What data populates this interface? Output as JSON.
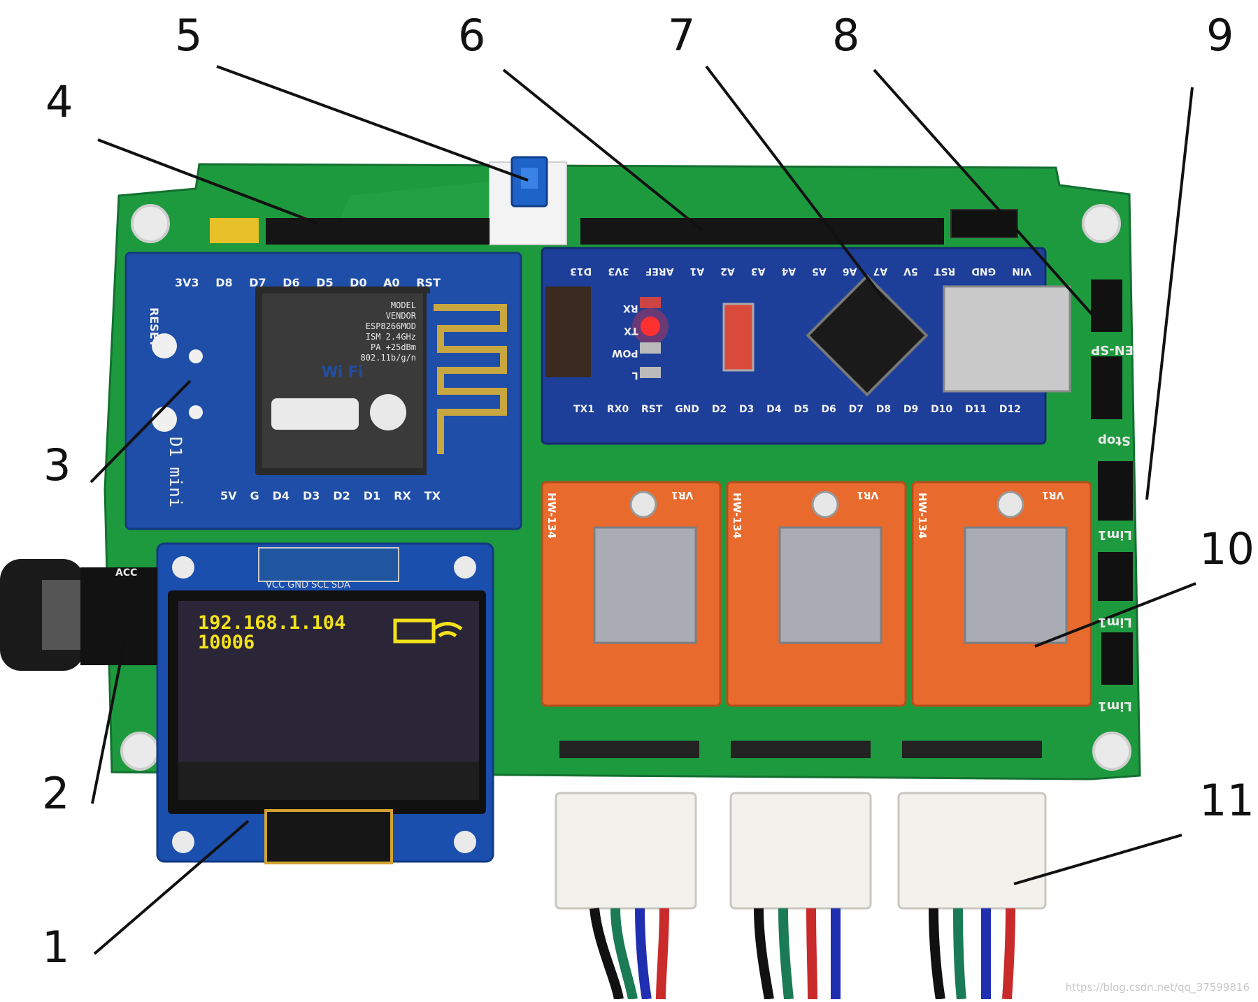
{
  "callouts": [
    "1",
    "2",
    "3",
    "4",
    "5",
    "6",
    "7",
    "8",
    "9",
    "10",
    "11"
  ],
  "oled": {
    "line1": "192.168.1.104",
    "line2": "10006",
    "text_color": "#f2e21b",
    "header": "VCC GND SCL SDA"
  },
  "d1_mini": {
    "top_pins": [
      "3V3",
      "D8",
      "D7",
      "D6",
      "D5",
      "D0",
      "A0",
      "RST"
    ],
    "bottom_pins": [
      "5V",
      "G",
      "D4",
      "D3",
      "D2",
      "D1",
      "RX",
      "TX"
    ],
    "reset_label": "RESET",
    "board_label": "D1 mini",
    "module_text": [
      "MODEL",
      "VENDOR",
      "ESP8266MOD",
      "ISM 2.4GHz",
      "PA +25dBm",
      "802.11b/g/n"
    ],
    "wifi_badge": "Wi Fi"
  },
  "nano": {
    "top_pins": [
      "VIN",
      "GND",
      "RST",
      "5V",
      "A7",
      "A6",
      "A5",
      "A4",
      "A3",
      "A2",
      "A1",
      "AREF",
      "3V3",
      "D13"
    ],
    "bottom_pins": [
      "TX1",
      "RX0",
      "RST",
      "GND",
      "D2",
      "D3",
      "D4",
      "D5",
      "D6",
      "D7",
      "D8",
      "D9",
      "D10",
      "D11",
      "D12"
    ],
    "led_labels": [
      "L",
      "POW",
      "TX",
      "RX"
    ]
  },
  "drivers": {
    "label": "HW-134",
    "pot_label": "VR1",
    "count": 3
  },
  "board_labels": [
    "EN-SP",
    "Stop",
    "Lim1",
    "Lim1",
    "Lim1",
    "ACC"
  ],
  "watermark": "https://blog.csdn.net/qq_37599816",
  "colors": {
    "pcb_green": "#1e9a3e",
    "d1_blue": "#1f4ea8",
    "nano_blue": "#1d3f9a",
    "driver_orange": "#e86a2c",
    "heatsink": "#a9adb3"
  }
}
